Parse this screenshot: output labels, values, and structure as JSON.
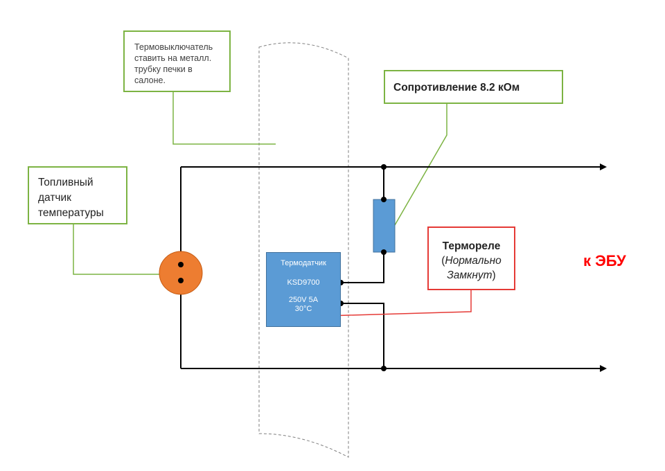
{
  "notes": {
    "thermo_switch": [
      "Термовыключатель",
      "ставить на металл.",
      "трубку печки в",
      "салоне."
    ],
    "fuel_sensor": [
      "Топливный",
      "датчик",
      "температуры"
    ],
    "resistor": "Сопротивление 8.2 кОм",
    "relay": {
      "title": "Термореле",
      "open_paren": "(",
      "line1": "Нормально",
      "line2": "Замкнут",
      "close_paren": ")"
    }
  },
  "sensor_box": {
    "name": "Термодатчик",
    "model": "KSD9700",
    "rating": "250V 5A",
    "temp": "30°C"
  },
  "ecu_label": "к ЭБУ",
  "colors": {
    "wire": "#000000",
    "callout_green": "#7cb342",
    "callout_red": "#e53935",
    "sensor_orange": "#ed7d31",
    "component_blue": "#5b9bd5",
    "ecu_text": "#ff0000"
  }
}
